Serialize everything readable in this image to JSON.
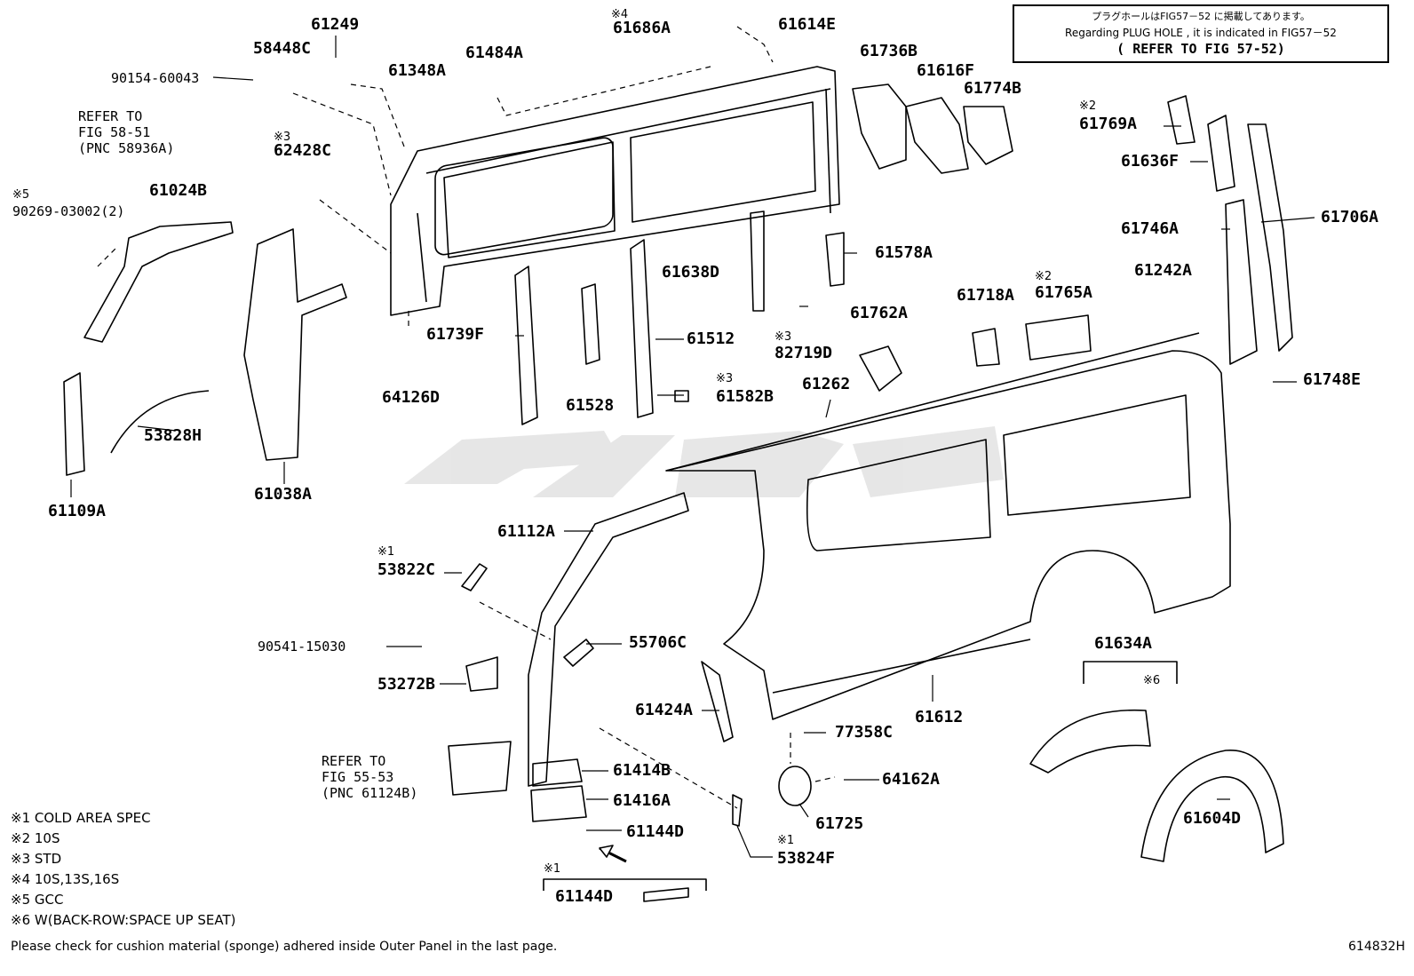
{
  "notice": {
    "line_jp": "プラグホールはFIG57－52 に掲載してあります。",
    "line_en": "Regarding PLUG HOLE , it is indicated in FIG57－52",
    "line_ref": "( REFER TO FIG 57-52)"
  },
  "labels": {
    "p61249": "61249",
    "p58448C": "58448C",
    "p90154": "90154-60043",
    "p61348A": "61348A",
    "p61484A": "61484A",
    "p61686A": "61686A",
    "p61614E": "61614E",
    "p61736B": "61736B",
    "p61616F": "61616F",
    "p61774B": "61774B",
    "p61769A": "61769A",
    "p61636F": "61636F",
    "p61706A": "61706A",
    "p61746A": "61746A",
    "p62428C": "62428C",
    "p90269": "90269-03002(2)",
    "p61024B": "61024B",
    "p61578A": "61578A",
    "p61638D": "61638D",
    "p61242A": "61242A",
    "p61718A": "61718A",
    "p61765A": "61765A",
    "p61762A": "61762A",
    "p82719D": "82719D",
    "p61739F": "61739F",
    "p61512": "61512",
    "p64126D": "64126D",
    "p61528": "61528",
    "p61582B": "61582B",
    "p61262": "61262",
    "p61748E": "61748E",
    "p53828H": "53828H",
    "p61109A": "61109A",
    "p61038A": "61038A",
    "p61112A": "61112A",
    "p53822C": "53822C",
    "p90541": "90541-15030",
    "p55706C": "55706C",
    "p53272B": "53272B",
    "p61424A": "61424A",
    "p61612": "61612",
    "p77358C": "77358C",
    "p61634A": "61634A",
    "p61414B": "61414B",
    "p61416A": "61416A",
    "p61144D_a": "61144D",
    "p64162A": "64162A",
    "p61725": "61725",
    "p53824F": "53824F",
    "p61144D_b": "61144D",
    "p61604D": "61604D"
  },
  "marks": {
    "m1": "※1",
    "m2": "※2",
    "m3": "※3",
    "m4": "※4",
    "m5": "※5",
    "m6": "※6"
  },
  "refers": {
    "ref58": "REFER TO\nFIG 58-51\n(PNC 58936A)",
    "ref55": "REFER TO\nFIG 55-53\n(PNC 61124B)"
  },
  "legend": [
    "※1 COLD AREA SPEC",
    "※2 10S",
    "※3 STD",
    "※4 10S,13S,16S",
    "※5 GCC",
    "※6 W(BACK-ROW:SPACE UP SEAT)"
  ],
  "footer_note": "Please check for cushion material (sponge) adhered inside Outer Panel in the last page.",
  "figure_code": "614832H"
}
